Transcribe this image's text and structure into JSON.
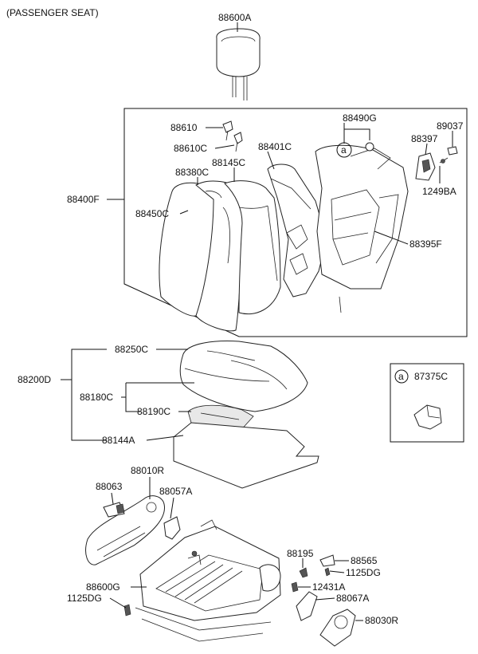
{
  "title": "(PASSENGER SEAT)",
  "callout_ref": "a",
  "labels": {
    "l88600A": "88600A",
    "l88610": "88610",
    "l88610C": "88610C",
    "l88401C": "88401C",
    "l88145C": "88145C",
    "l88380C": "88380C",
    "l88400F": "88400F",
    "l88450C": "88450C",
    "l88490G": "88490G",
    "l89037": "89037",
    "l88397": "88397",
    "l1249BA": "1249BA",
    "l88395F": "88395F",
    "l88250C": "88250C",
    "l88200D": "88200D",
    "l88180C": "88180C",
    "l88190C": "88190C",
    "l88144A": "88144A",
    "l87375C": "87375C",
    "l88010R": "88010R",
    "l88063": "88063",
    "l88057A": "88057A",
    "l88195": "88195",
    "l88565": "88565",
    "l1125DG": "1125DG",
    "l12431A": "12431A",
    "l88600G": "88600G",
    "l88067A": "88067A",
    "l88030R": "88030R"
  }
}
